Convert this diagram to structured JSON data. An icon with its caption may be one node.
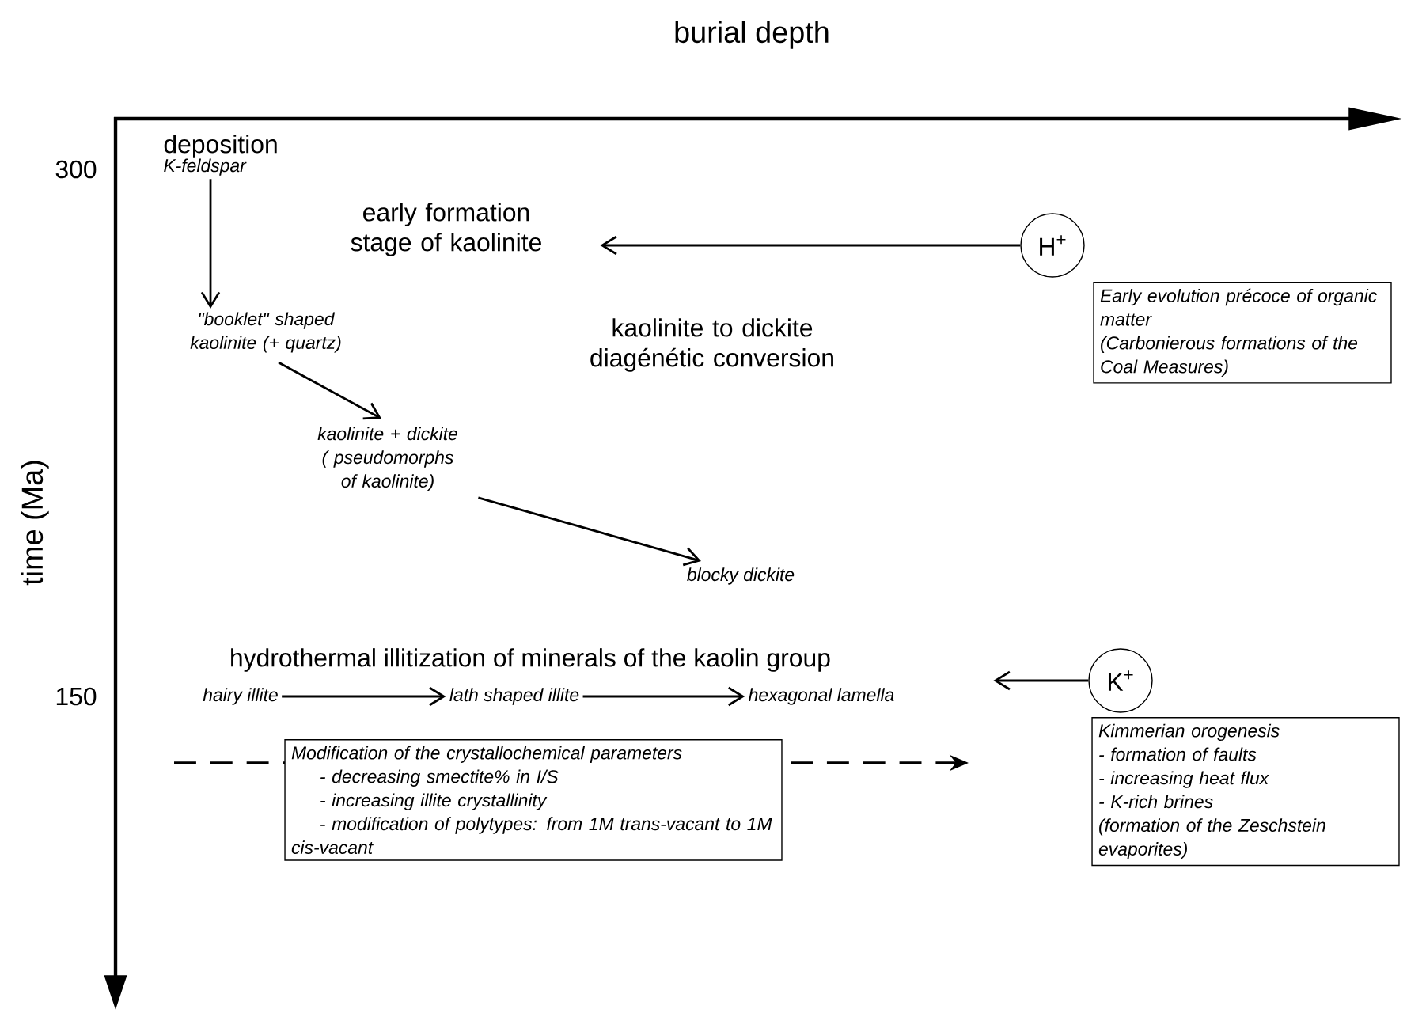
{
  "diagram": {
    "nodes": [
      {
        "text": [
          "deposition",
          "K-feldspar"
        ]
      },
      {
        "text": [
          "early formation stage of kaolinite"
        ]
      },
      {
        "text": [
          "H$^{+}$"
        ]
      },
      {
        "text": [
          "Early evolution précoce of organic matter",
          "(Carbonierous formations of the Coal Measures)"
        ]
      },
      {
        "text": [
          "\"booklet\" shaped kaolinite (+ quartz)"
        ]
      },
      {
        "text": [
          "kaolinite + dickite ( pseudomorphs of kaolinite)"
        ]
      },
      {
        "text": [
          "blocky dickite"
        ]
      },
      {
        "text": [
          "hairy illite"
        ]
      },
      {
        "text": [
          "lath shaped illite"
        ]
      },
      {
        "text": [
          "hexagonal lamella"
        ]
      },
      {
        "text": [
          "K$^{+}$"
        ]
      },
      {
        "text": [
          "Kimmerian orogenesis",
          "- formation of faults",
          "- increasing heat flux",
          "- K-rich brines",
          "(formation of the Zeschstein evaporites)"
        ]
      },
      {
        "text": [
          "Modification of the crystallochemical parameters",
          "- decreasing smectite% in I/S",
          "- increasing illite crystallinity",
          "- modification of polytypes: from 1M trans-vacant  to 1M cis-vacant"
        ]
      }
    ],
    "edges": [
      {
        "from": 0,
        "to": 4,
        "arrow": "to"
      },
      {
        "from": 2,
        "to": 1,
        "arrow": "to"
      },
      {
        "from": 4,
        "to": 5,
        "arrow": "to"
      },
      {
        "from": 5,
        "to": 6,
        "arrow": "to"
      },
      {
        "from": 7,
        "to": 8,
        "arrow": "to"
      },
      {
        "from": 8,
        "to": 9,
        "arrow": "to"
      },
      {
        "from": 10,
        "to": null,
        "arrow": "to"
      }
    ],
    "labels": [
      "burial depth",
      "time (Ma)",
      "300",
      "kaolinite to dickite diagénétic conversion",
      "150",
      "hydrothermal illitization of minerals of the kaolin group"
    ]
  }
}
